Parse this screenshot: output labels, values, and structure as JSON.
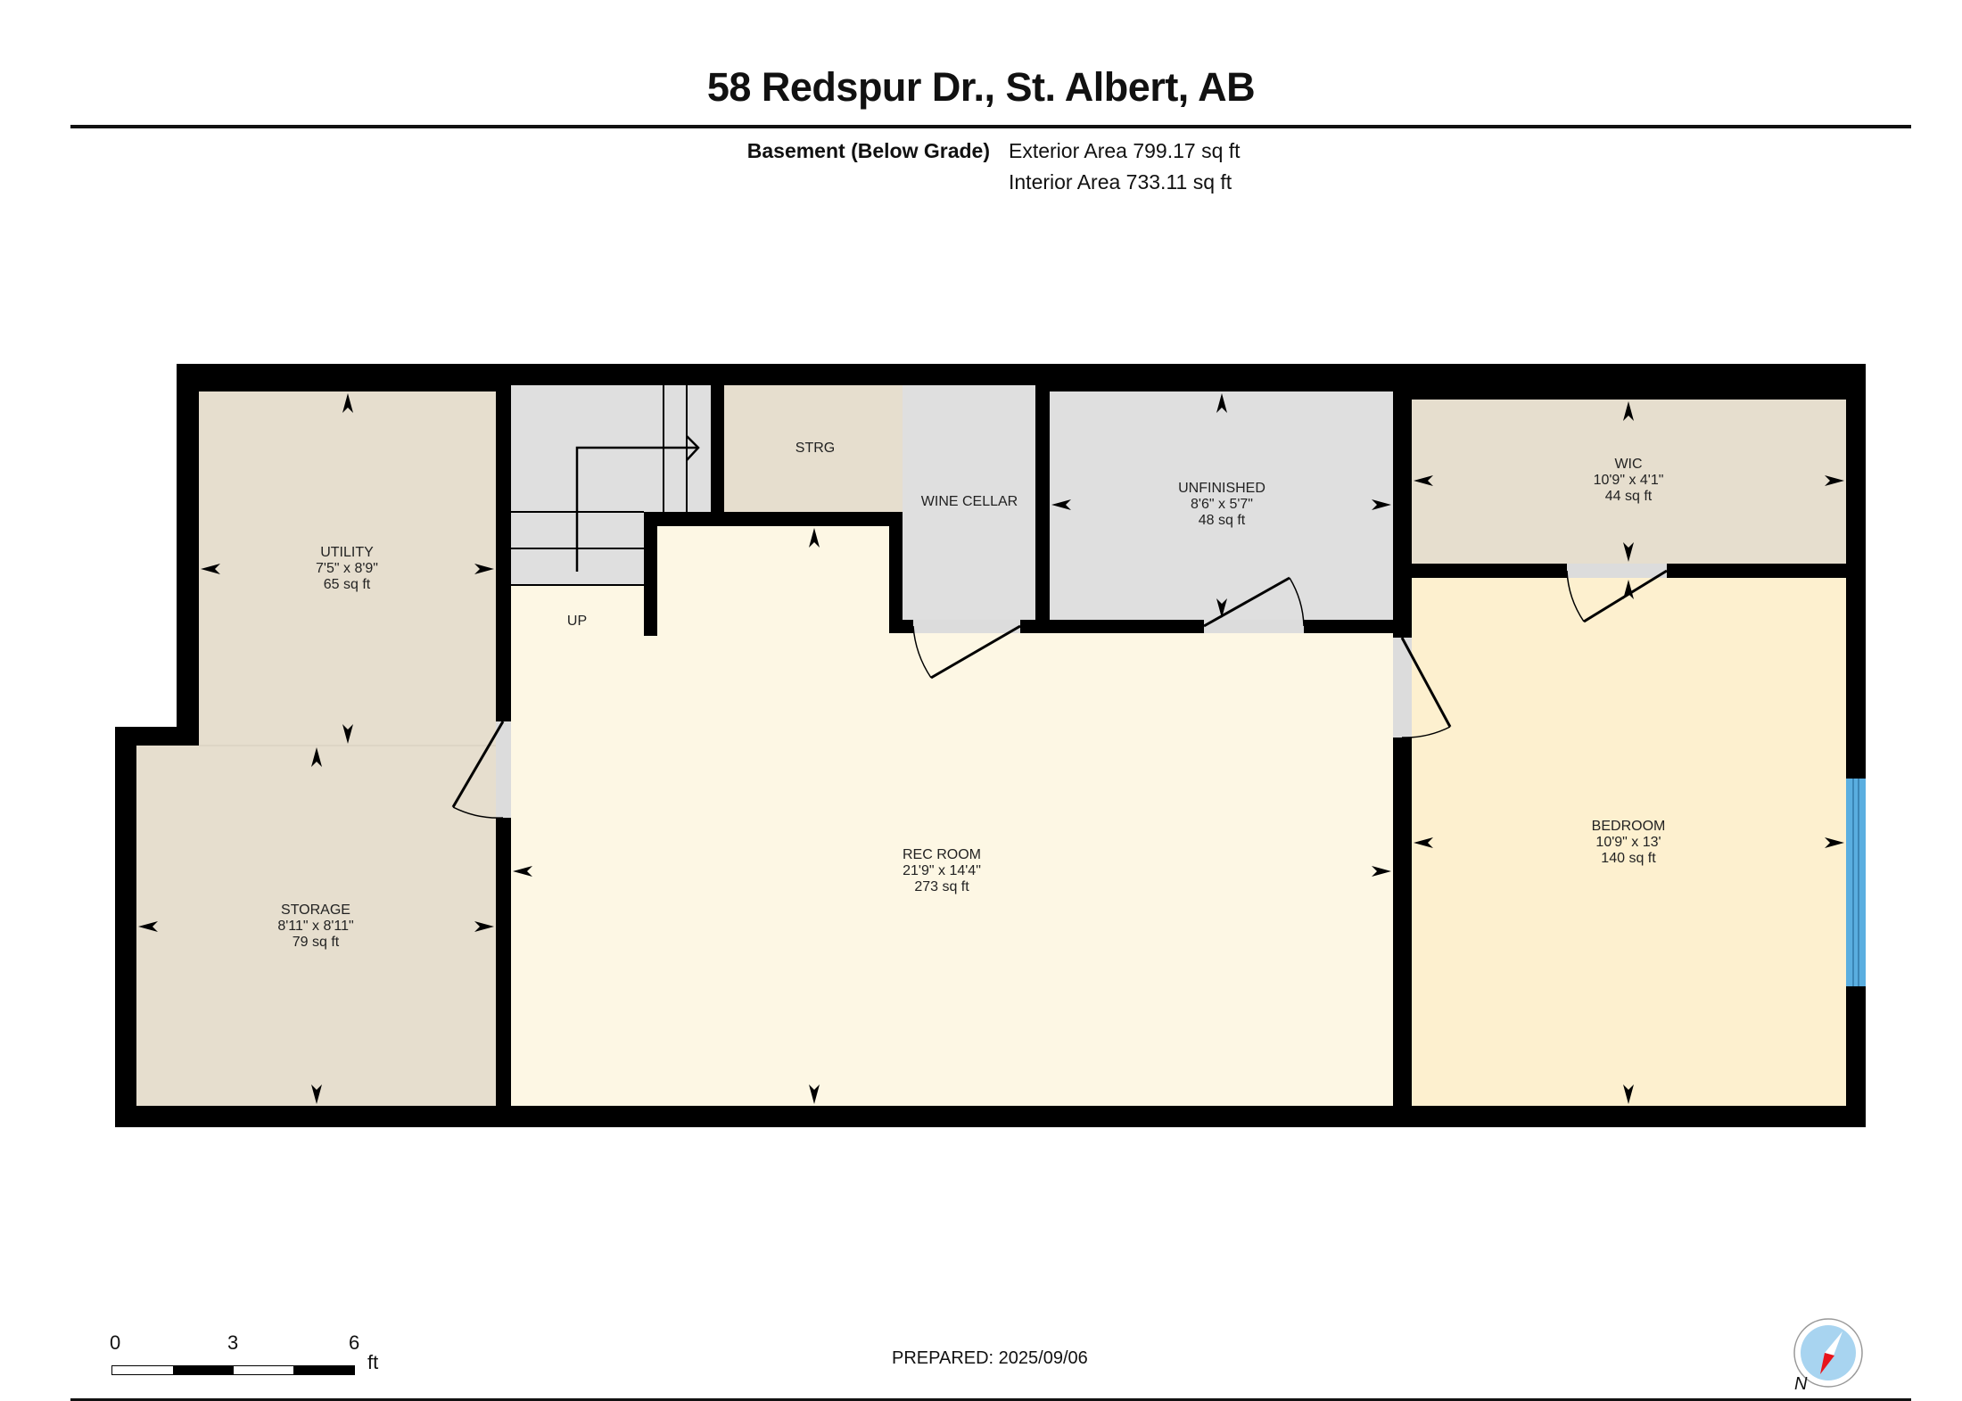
{
  "header": {
    "title": "58 Redspur Dr., St. Albert, AB",
    "level_name": "Basement (Below Grade)",
    "exterior_area": "Exterior Area 799.17 sq ft",
    "interior_area": "Interior Area 733.11 sq ft"
  },
  "rooms": [
    {
      "name": "UTILITY",
      "dims": "7'5\" x 8'9\"",
      "area": "65 sq ft",
      "fill": "#e6dece"
    },
    {
      "name": "STORAGE",
      "dims": "8'11\" x 8'11\"",
      "area": "79 sq ft",
      "fill": "#e6dece"
    },
    {
      "name": "STRG",
      "fill": "#e6dece"
    },
    {
      "name": "WINE CELLAR",
      "fill": "#dfdfdf"
    },
    {
      "name": "UNFINISHED",
      "dims": "8'6\" x 5'7\"",
      "area": "48 sq ft",
      "fill": "#dfdfdf"
    },
    {
      "name": "WIC",
      "dims": "10'9\" x 4'1\"",
      "area": "44 sq ft",
      "fill": "#e6dece"
    },
    {
      "name": "REC ROOM",
      "dims": "21'9\" x 14'4\"",
      "area": "273 sq ft",
      "fill": "#fdf7e4"
    },
    {
      "name": "BEDROOM",
      "dims": "10'9\" x 13'",
      "area": "140 sq ft",
      "fill": "#fdf0cf"
    }
  ],
  "stairs": {
    "label": "UP",
    "fill": "#dfdfdf"
  },
  "colors": {
    "wall": "#000000",
    "window": "#5aaee0",
    "door_opening": "#dcdcdc",
    "compass_ring": "#a8d4f0",
    "compass_needle": "#e8141b"
  },
  "scale_bar": {
    "ticks": [
      "0",
      "3",
      "6"
    ],
    "unit": "ft"
  },
  "footer": {
    "prepared": "PREPARED: 2025/09/06",
    "compass_label": "N"
  }
}
